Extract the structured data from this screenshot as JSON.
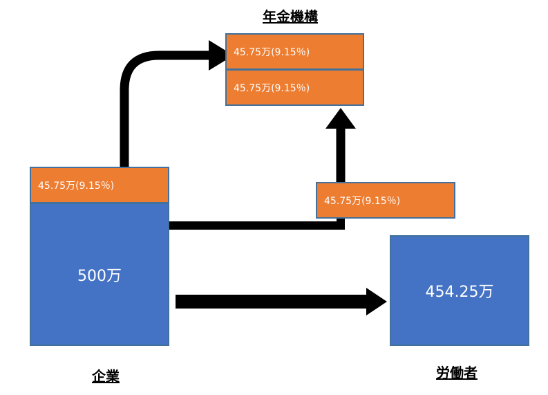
{
  "titles": {
    "pension_org": "年金機構",
    "company": "企業",
    "worker": "労働者"
  },
  "company": {
    "contribution": "45.75万(9.15％)",
    "total": "500万"
  },
  "pension_org": {
    "entries": [
      "45.75万(9.15％)",
      "45.75万(9.15％)"
    ]
  },
  "worker_contribution": "45.75万(9.15％)",
  "worker": {
    "net": "454.25万"
  },
  "colors": {
    "orange": "#ed7d31",
    "blue": "#4472c4",
    "border": "#41719c",
    "arrow": "#000000"
  }
}
